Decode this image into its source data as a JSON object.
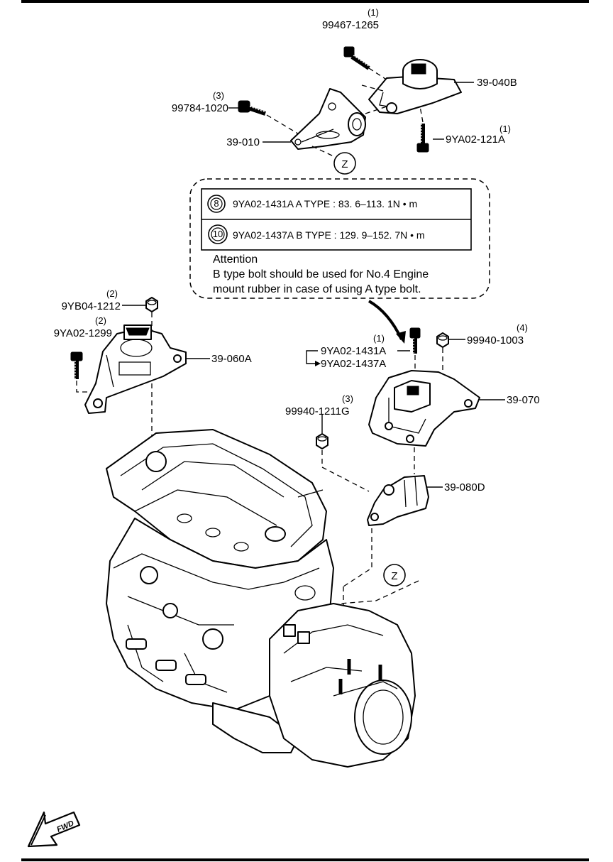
{
  "parts": {
    "bolt_top": {
      "number": "99467-1265",
      "qty": "(1)"
    },
    "mount_040": {
      "number": "39-040B"
    },
    "bolt_010": {
      "number": "99784-1020",
      "qty": "(3)"
    },
    "bracket_010": {
      "number": "39-010"
    },
    "bolt_121": {
      "number": "9YA02-121A",
      "qty": "(1)"
    },
    "nut_1212": {
      "number": "9YB04-1212",
      "qty": "(2)"
    },
    "bolt_1299": {
      "number": "9YA02-1299",
      "qty": "(2)"
    },
    "mount_060": {
      "number": "39-060A"
    },
    "bolt_1431": {
      "number": "9YA02-1431A",
      "alt": "9YA02-1437A",
      "qty": "(1)"
    },
    "nut_1003": {
      "number": "99940-1003",
      "qty": "(4)"
    },
    "mount_070": {
      "number": "39-070"
    },
    "nut_1211": {
      "number": "99940-1211G",
      "qty": "(3)"
    },
    "bracket_080": {
      "number": "39-080D"
    }
  },
  "callout": {
    "marker": "Z"
  },
  "torque_table": [
    {
      "symbol": "8",
      "text": "9YA02-1431A  A TYPE : 83. 6–113. 1N • m"
    },
    {
      "symbol": "10",
      "text": "9YA02-1437A  B TYPE : 129. 9–152. 7N • m"
    }
  ],
  "attention": {
    "title": "Attention",
    "line1": "B type bolt should be used for No.4 Engine",
    "line2": "mount rubber in case of using A type bolt."
  },
  "fwd_label": "FWD",
  "icons": [
    "bolt-icon",
    "nut-icon",
    "fwd-arrow-icon",
    "engine-assembly-icon"
  ]
}
